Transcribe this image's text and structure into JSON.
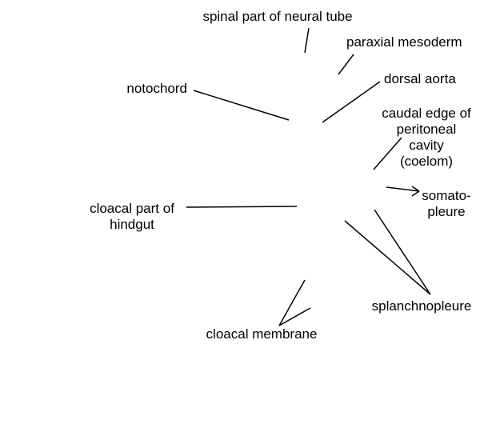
{
  "labels": {
    "spinal_neural_tube": "spinal part of neural tube",
    "paraxial_mesoderm": "paraxial mesoderm",
    "dorsal_aorta": "dorsal aorta",
    "notochord": "notochord",
    "caudal_edge_peritoneal_cavity": "caudal edge of\nperitoneal\ncavity\n(coelom)",
    "somatopleure": "somato-\npleure",
    "cloacal_part_hindgut": "cloacal part of\nhindgut",
    "splanchnopleure": "splanchnopleure",
    "cloacal_membrane": "cloacal membrane"
  },
  "colors": {
    "background": "#ffffff",
    "line": "#000000",
    "text": "#000000"
  }
}
